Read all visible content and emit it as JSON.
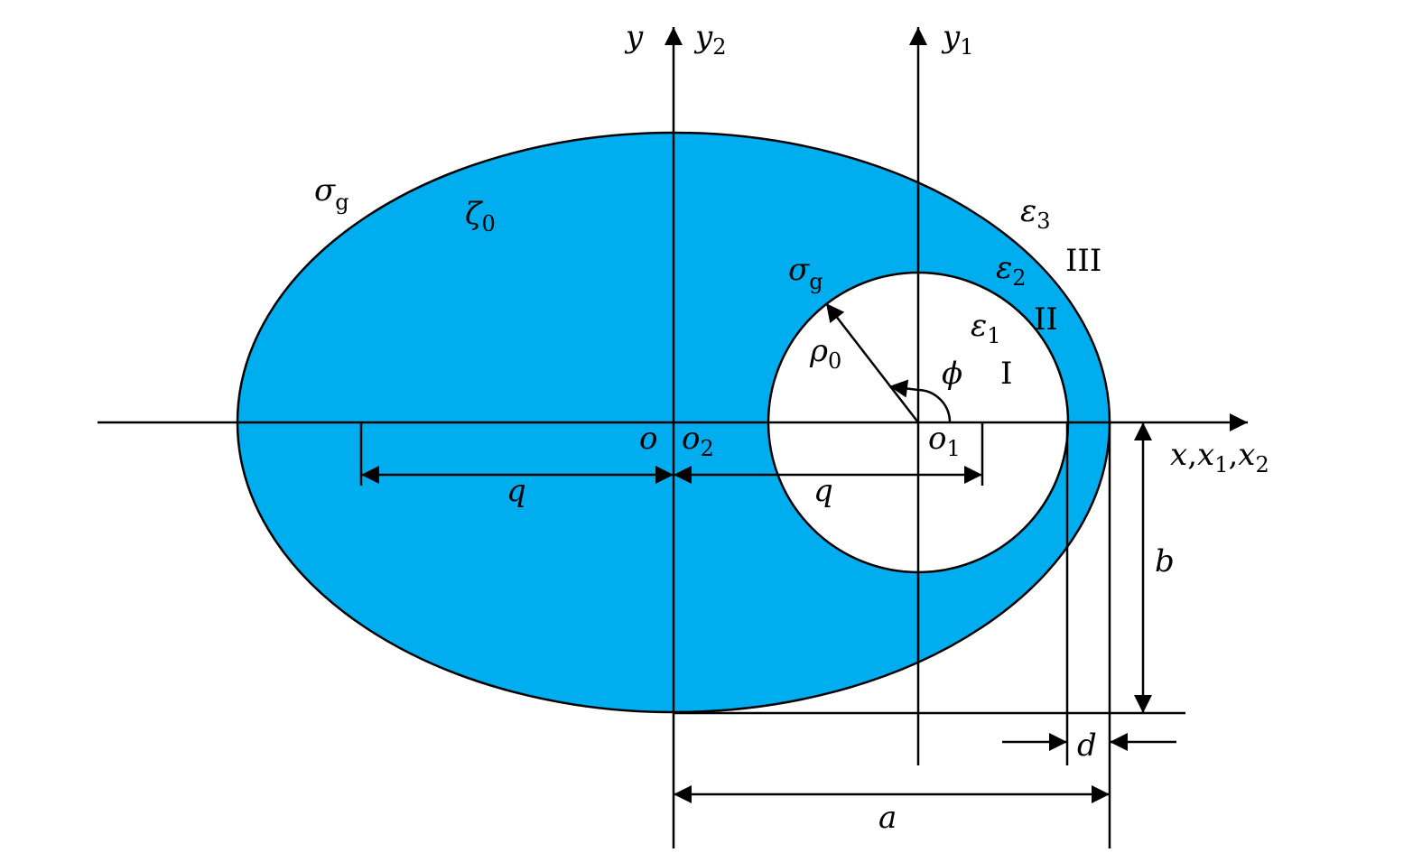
{
  "colors": {
    "fill": "#00AEEF",
    "stroke": "#000000"
  },
  "labels": {
    "y": {
      "base": "y",
      "sub": ""
    },
    "y2": {
      "base": "y",
      "sub": "2"
    },
    "y1": {
      "base": "y",
      "sub": "1"
    },
    "sigma_outer": {
      "base": "σ",
      "sub": "g"
    },
    "zeta0": {
      "base": "ζ",
      "sub": "0"
    },
    "eps3": {
      "base": "ε",
      "sub": "3"
    },
    "eps2": {
      "base": "ε",
      "sub": "2"
    },
    "eps1": {
      "base": "ε",
      "sub": "1"
    },
    "sigma_inner": {
      "base": "σ",
      "sub": "g"
    },
    "rho0": {
      "base": "ρ",
      "sub": "0"
    },
    "phi": {
      "base": "ϕ",
      "sub": ""
    },
    "o": {
      "base": "o",
      "sub": ""
    },
    "o2": {
      "base": "o",
      "sub": "2"
    },
    "o1": {
      "base": "o",
      "sub": "1"
    },
    "x_axis": {
      "x": "x",
      "x1": "x",
      "s1": "1",
      "x2": "x",
      "s2": "2",
      "sep": ","
    },
    "q_left": {
      "base": "q",
      "sub": ""
    },
    "q_right": {
      "base": "q",
      "sub": ""
    },
    "b": {
      "base": "b",
      "sub": ""
    },
    "d": {
      "base": "d",
      "sub": ""
    },
    "a": {
      "base": "a",
      "sub": ""
    }
  },
  "regions": {
    "r1": "I",
    "r2": "II",
    "r3": "III"
  }
}
